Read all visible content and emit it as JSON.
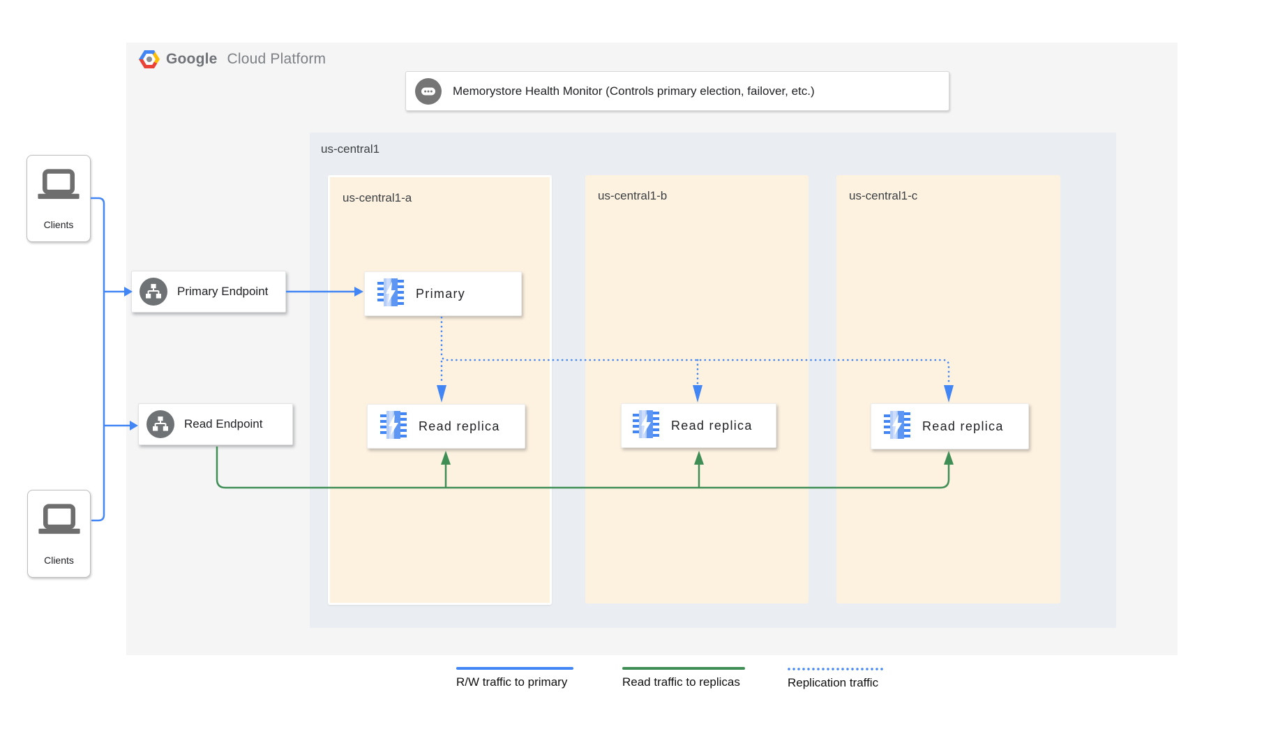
{
  "header": {
    "logo": {
      "brand": "Google",
      "suffix": "Cloud Platform"
    }
  },
  "health_monitor": {
    "label": "Memorystore Health Monitor (Controls primary election, failover, etc.)",
    "icon": "memorystore-monitor-icon"
  },
  "clients": {
    "top_label": "Clients",
    "bottom_label": "Clients",
    "icon": "laptop-icon"
  },
  "endpoints": {
    "primary": {
      "label": "Primary Endpoint",
      "icon": "network-endpoint-icon"
    },
    "read": {
      "label": "Read Endpoint",
      "icon": "network-endpoint-icon"
    }
  },
  "region": {
    "label": "us-central1",
    "zones": [
      {
        "label": "us-central1-a",
        "nodes": [
          {
            "label": "Primary",
            "icon": "memorystore-icon"
          },
          {
            "label": "Read replica",
            "icon": "memorystore-icon"
          }
        ]
      },
      {
        "label": "us-central1-b",
        "nodes": [
          {
            "label": "Read replica",
            "icon": "memorystore-icon"
          }
        ]
      },
      {
        "label": "us-central1-c",
        "nodes": [
          {
            "label": "Read replica",
            "icon": "memorystore-icon"
          }
        ]
      }
    ]
  },
  "legend": [
    {
      "label": "R/W traffic to primary",
      "style": "solid",
      "color": "#4285f4"
    },
    {
      "label": "Read traffic to replicas",
      "style": "solid",
      "color": "#3f8e56"
    },
    {
      "label": "Replication traffic",
      "style": "dotted",
      "color": "#4285f4"
    }
  ],
  "colors": {
    "rw_traffic_blue": "#4285f4",
    "read_traffic_green": "#3f8e56",
    "replication_blue": "#4285f4",
    "panel_background": "#f5f5f6",
    "region_background": "#eaeef2",
    "zone_background": "#fdf1e0",
    "icon_gray": "#757575"
  }
}
